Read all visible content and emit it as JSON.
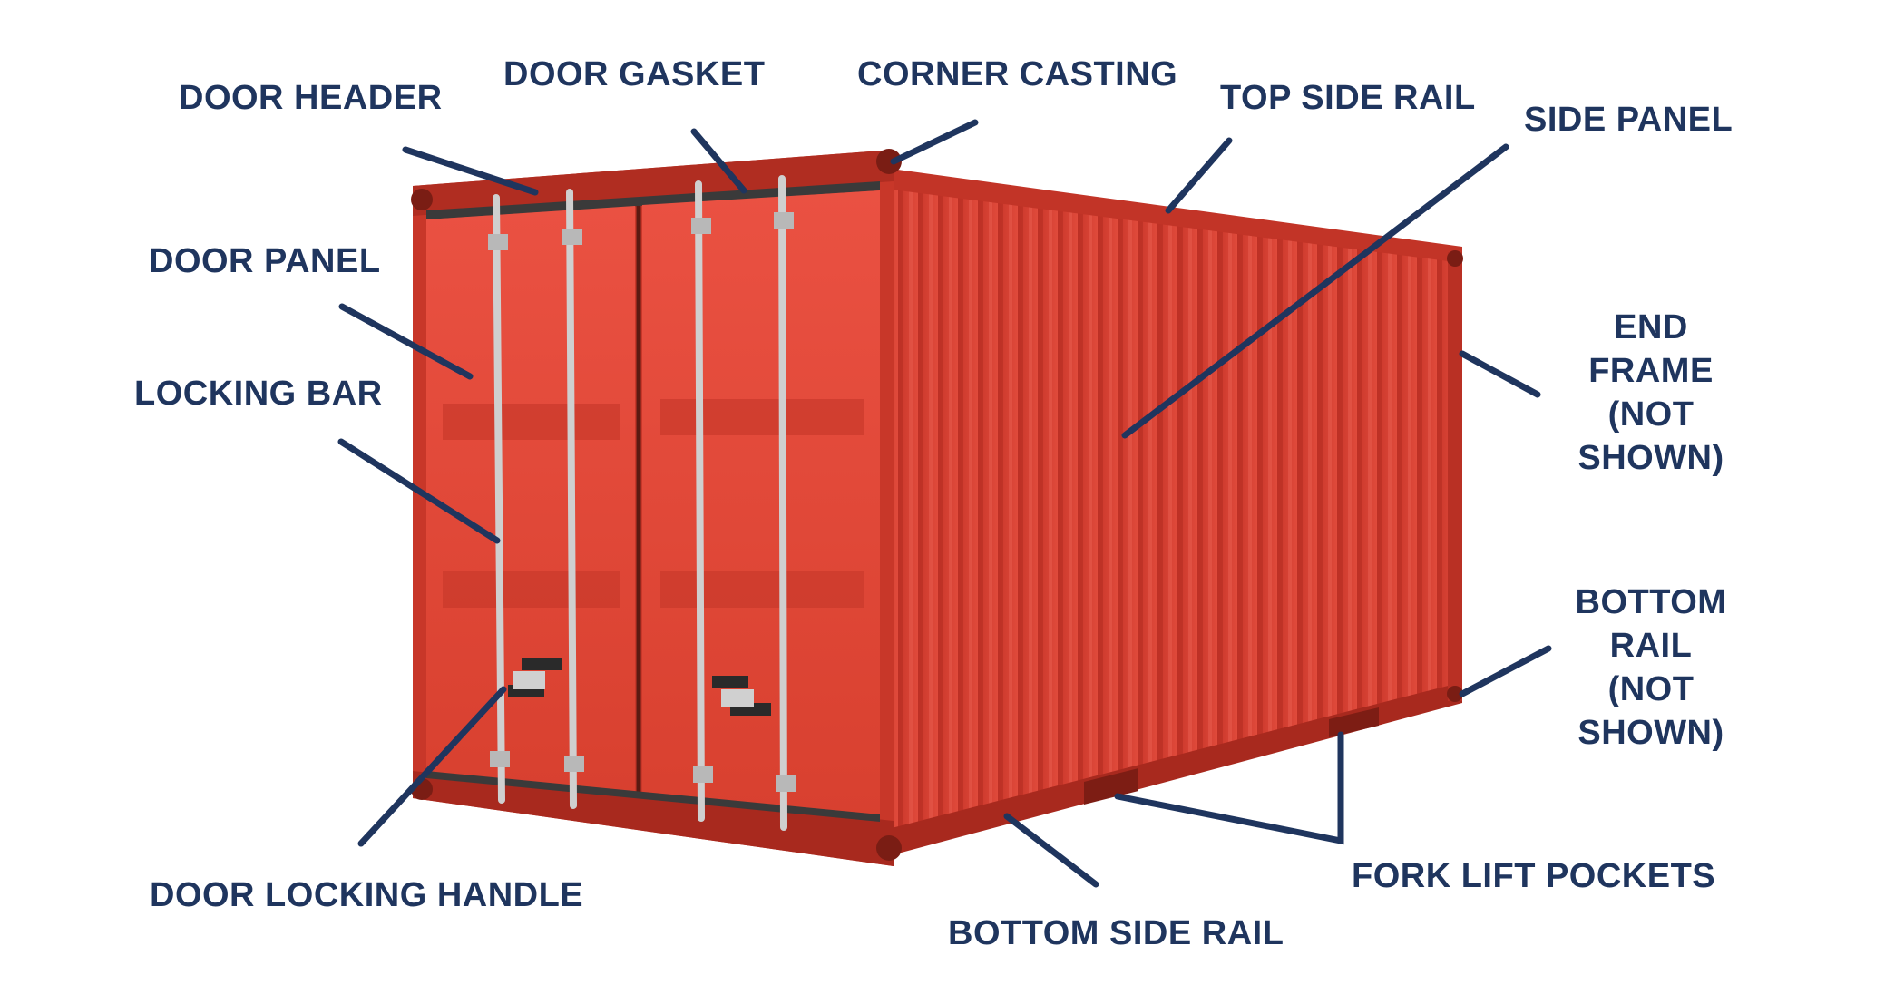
{
  "colors": {
    "label": "#1f355e",
    "leader": "#1f355e",
    "container_side": "#d63c2e",
    "container_door": "#e5483a",
    "container_dark": "#8f2418",
    "hardware": "#c9c9c9"
  },
  "labels": {
    "door_header": "DOOR HEADER",
    "door_gasket": "DOOR GASKET",
    "corner_casting": "CORNER CASTING",
    "top_side_rail": "TOP SIDE RAIL",
    "side_panel": "SIDE PANEL",
    "door_panel": "DOOR PANEL",
    "locking_bar": "LOCKING BAR",
    "end_frame": [
      "END",
      "FRAME",
      "(NOT",
      "SHOWN)"
    ],
    "bottom_rail": [
      "BOTTOM",
      "RAIL",
      "(NOT",
      "SHOWN)"
    ],
    "door_locking_handle": "DOOR LOCKING HANDLE",
    "fork_lift_pockets": "FORK LIFT POCKETS",
    "bottom_side_rail": "BOTTOM SIDE RAIL"
  }
}
